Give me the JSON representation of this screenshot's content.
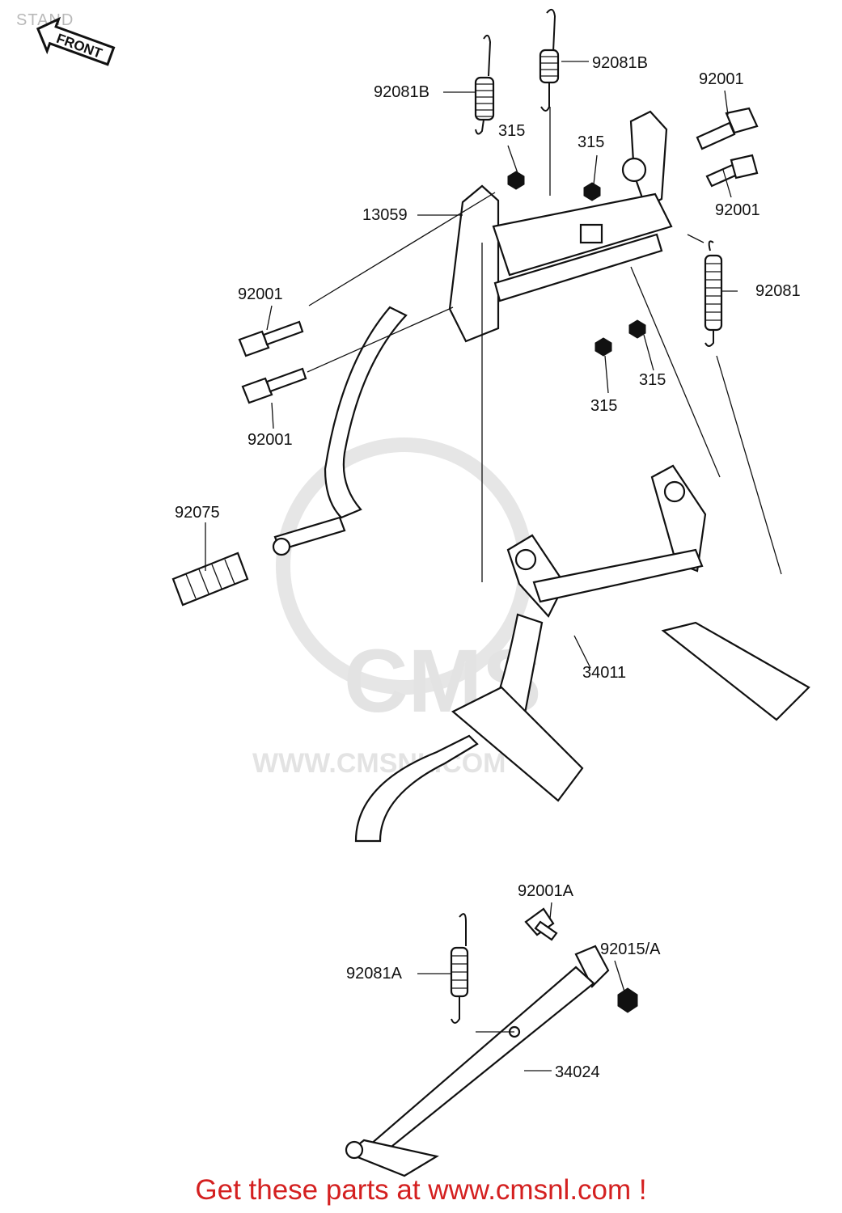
{
  "page": {
    "title": "STAND",
    "front_arrow_label": "FRONT"
  },
  "watermark": {
    "logo_text": "CMS",
    "url_text": "WWW.CMSNL.COM"
  },
  "labels": {
    "spring_92081B_left": "92081B",
    "spring_92081B_right": "92081B",
    "bolt_92001_top_right_1": "92001",
    "bolt_92001_top_right_2": "92001",
    "nut_315_a": "315",
    "nut_315_b": "315",
    "nut_315_c": "315",
    "nut_315_d": "315",
    "bracket_13059": "13059",
    "bolt_92001_left_1": "92001",
    "bolt_92001_left_2": "92001",
    "spring_92081": "92081",
    "rubber_92075": "92075",
    "main_stand_34011": "34011",
    "bolt_92001A": "92001A",
    "nut_92015A": "92015/A",
    "spring_92081A": "92081A",
    "side_stand_34024": "34024"
  },
  "footer": {
    "text": "Get these parts at www.cmsnl.com !"
  },
  "colors": {
    "footer": "#d42020",
    "ink": "#111111",
    "watermark": "#e3e3e3"
  }
}
